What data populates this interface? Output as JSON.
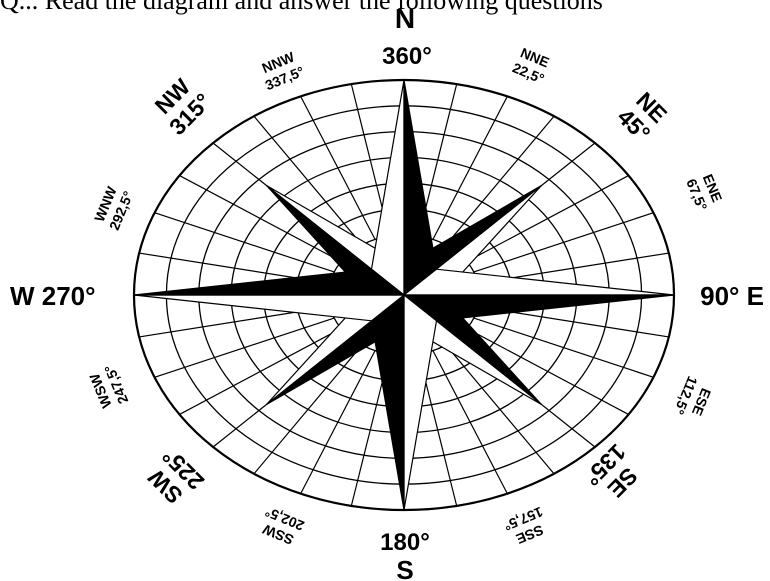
{
  "top_text": "Q... Read the diagram and answer the following questions",
  "cardinals": {
    "n_letter": "N",
    "n_deg": "360°",
    "s_letter": "S",
    "s_deg": "180°",
    "w": "W 270°",
    "e": "90° E"
  },
  "intercardinals": {
    "ne_name": "NE",
    "ne_deg": "45°",
    "nw_name": "NW",
    "nw_deg": "315°",
    "se_name": "SE",
    "se_deg": "135°",
    "sw_name": "SW",
    "sw_deg": "225°"
  },
  "secondary": {
    "nne_name": "NNE",
    "nne_deg": "22,5°",
    "nnw_name": "NNW",
    "nnw_deg": "337,5°",
    "ene_name": "ENE",
    "ene_deg": "67,5°",
    "wnw_name": "WNW",
    "wnw_deg": "292,5°",
    "ese_name": "ESE",
    "ese_deg": "112,5°",
    "wsw_name": "WSW",
    "wsw_deg": "247,5°",
    "sse_name": "SSE",
    "sse_deg": "157,5°",
    "ssw_name": "SSW",
    "ssw_deg": "202,5°"
  },
  "colors": {
    "ink": "#000000",
    "paper": "#ffffff"
  }
}
